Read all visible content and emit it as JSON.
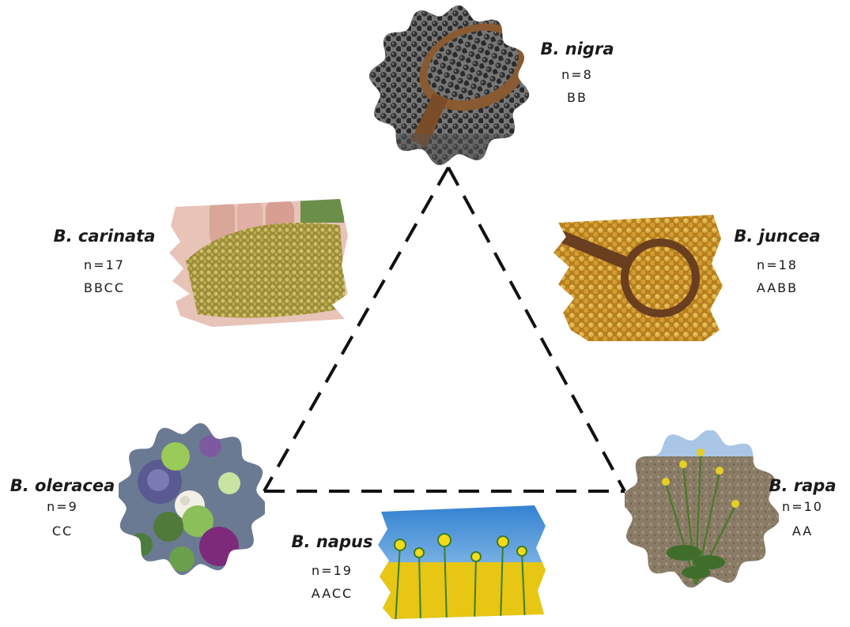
{
  "diagram": {
    "species": {
      "nigra": {
        "name": "B. nigra",
        "n": "n=8",
        "genome": "BB",
        "photo": "black mustard seeds in wooden spoon"
      },
      "carinata": {
        "name": "B. carinata",
        "n": "n=17",
        "genome": "BBCC",
        "photo": "yellow-brown seeds in hand"
      },
      "juncea": {
        "name": "B. juncea",
        "n": "n=18",
        "genome": "AABB",
        "photo": "yellow mustard seeds with wooden spoon"
      },
      "oleracea": {
        "name": "B. oleracea",
        "n": "n=9",
        "genome": "CC",
        "photo": "cabbages, cauliflowers and broccoli"
      },
      "napus": {
        "name": "B. napus",
        "n": "n=19",
        "genome": "AACC",
        "photo": "yellow rapeseed field under blue sky"
      },
      "rapa": {
        "name": "B. rapa",
        "n": "n=10",
        "genome": "AA",
        "photo": "flowering rapa plant in field"
      }
    },
    "colors": {
      "line": "#111111",
      "text": "#1a1a1a",
      "seed_dark": "#4a4a4a",
      "seed_yellow": "#d9a93a",
      "canola_yellow": "#f1d21c",
      "sky_blue": "#3f8fd6"
    }
  }
}
